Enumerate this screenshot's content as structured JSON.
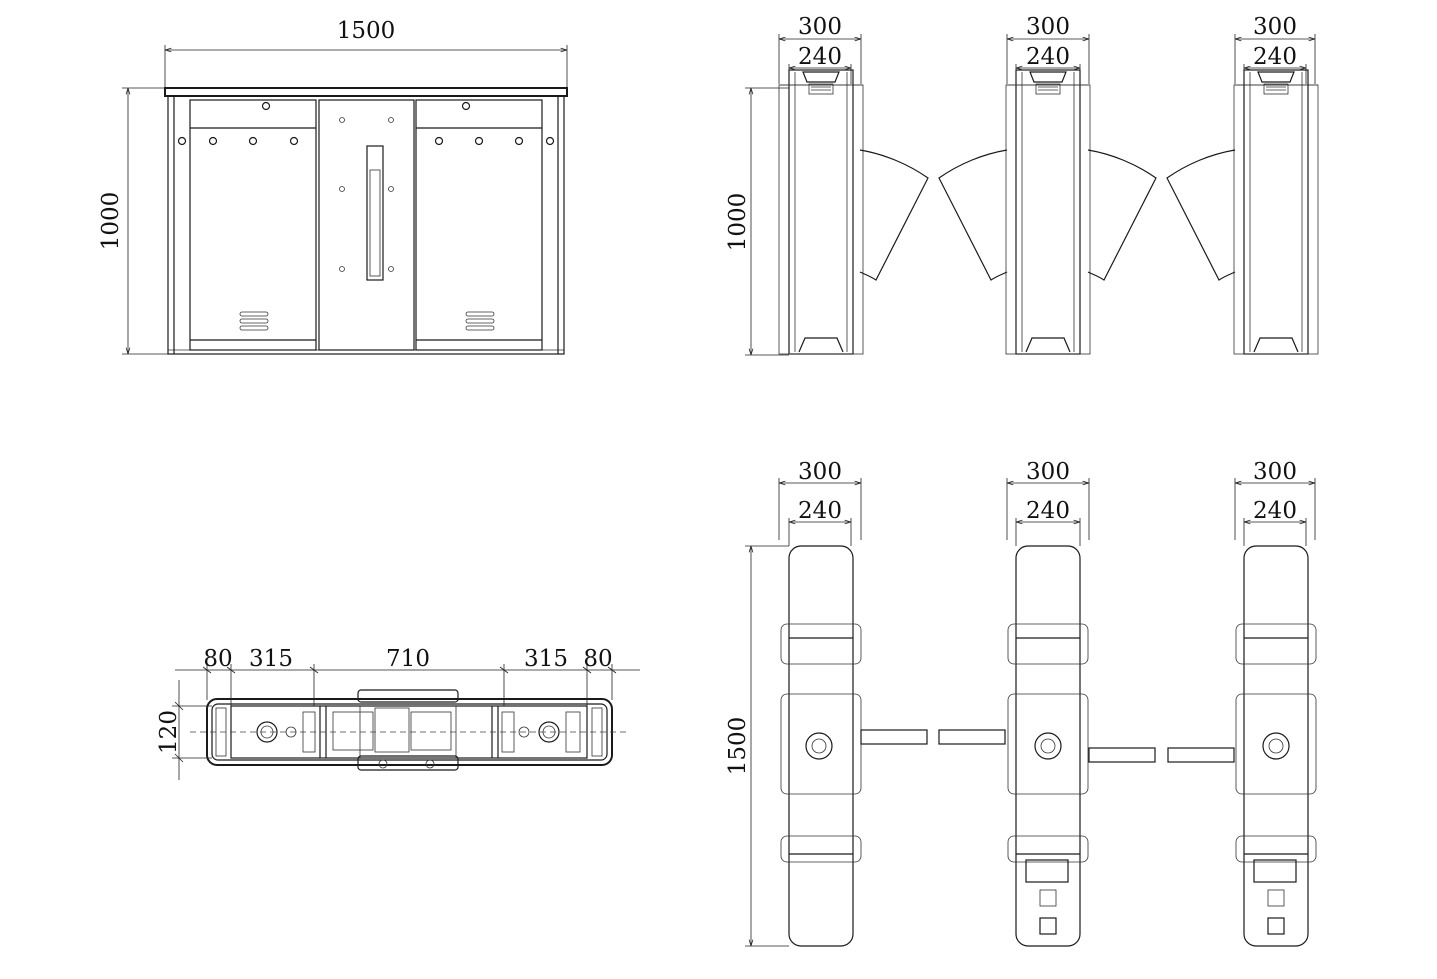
{
  "front_view": {
    "width_label": "1500",
    "height_label": "1000"
  },
  "side_views": [
    {
      "outer_label": "300",
      "inner_label": "240"
    },
    {
      "outer_label": "300",
      "inner_label": "240"
    },
    {
      "outer_label": "300",
      "inner_label": "240"
    }
  ],
  "side_height_label": "1000",
  "plan_view": {
    "segments": [
      "80",
      "315",
      "710",
      "315",
      "80"
    ],
    "depth_label": "120"
  },
  "top_views": [
    {
      "outer_label": "300",
      "inner_label": "240"
    },
    {
      "outer_label": "300",
      "inner_label": "240"
    },
    {
      "outer_label": "300",
      "inner_label": "240"
    }
  ],
  "top_length_label": "1500"
}
